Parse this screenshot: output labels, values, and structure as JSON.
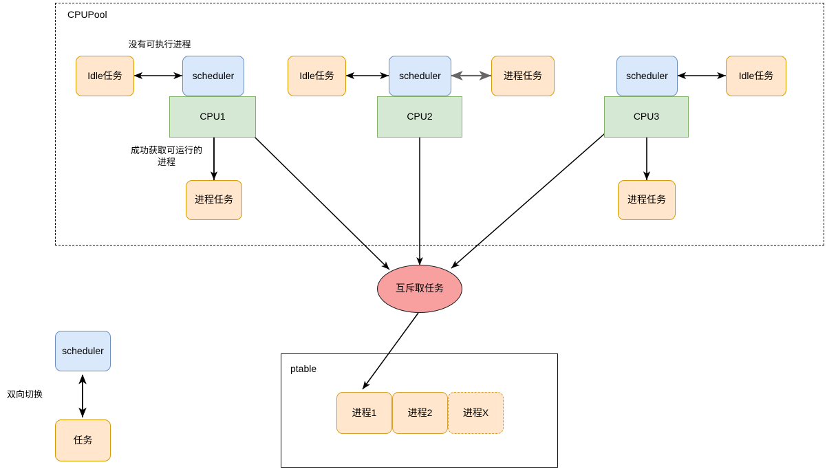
{
  "diagram": {
    "title_groups": {
      "cpupool_label": "CPUPool",
      "ptable_label": "ptable"
    },
    "cpus": [
      {
        "cpu_label": "CPU1",
        "scheduler_label": "scheduler",
        "idle_label": "Idle任务",
        "process_label": "进程任务",
        "edge_label_idle": "没有可执行进程",
        "edge_label_process": "成功获取可运行的进程"
      },
      {
        "cpu_label": "CPU2",
        "scheduler_label": "scheduler",
        "idle_label": "Idle任务",
        "process_label": "进程任务"
      },
      {
        "cpu_label": "CPU3",
        "scheduler_label": "scheduler",
        "idle_label": "Idle任务",
        "process_label": "进程任务"
      }
    ],
    "mutex_node": {
      "label": "互斥取任务"
    },
    "ptable": {
      "label": "ptable",
      "processes": [
        {
          "label": "进程1",
          "style": "solid"
        },
        {
          "label": "进程2",
          "style": "solid"
        },
        {
          "label": "进程X",
          "style": "dashed"
        }
      ]
    },
    "legend": {
      "scheduler_label": "scheduler",
      "task_label": "任务",
      "relation_label": "双向切换"
    },
    "colors": {
      "task_fill": "#ffe6cc",
      "task_stroke": "#d79b00",
      "scheduler_fill": "#dae8fc",
      "scheduler_stroke": "#6c8ebf",
      "cpu_fill": "#d5e8d4",
      "cpu_stroke": "#82b366",
      "mutex_fill": "#f8a0a0",
      "mutex_stroke": "#1a1a1a",
      "edge_black": "#000000",
      "edge_gray": "#666666"
    }
  }
}
